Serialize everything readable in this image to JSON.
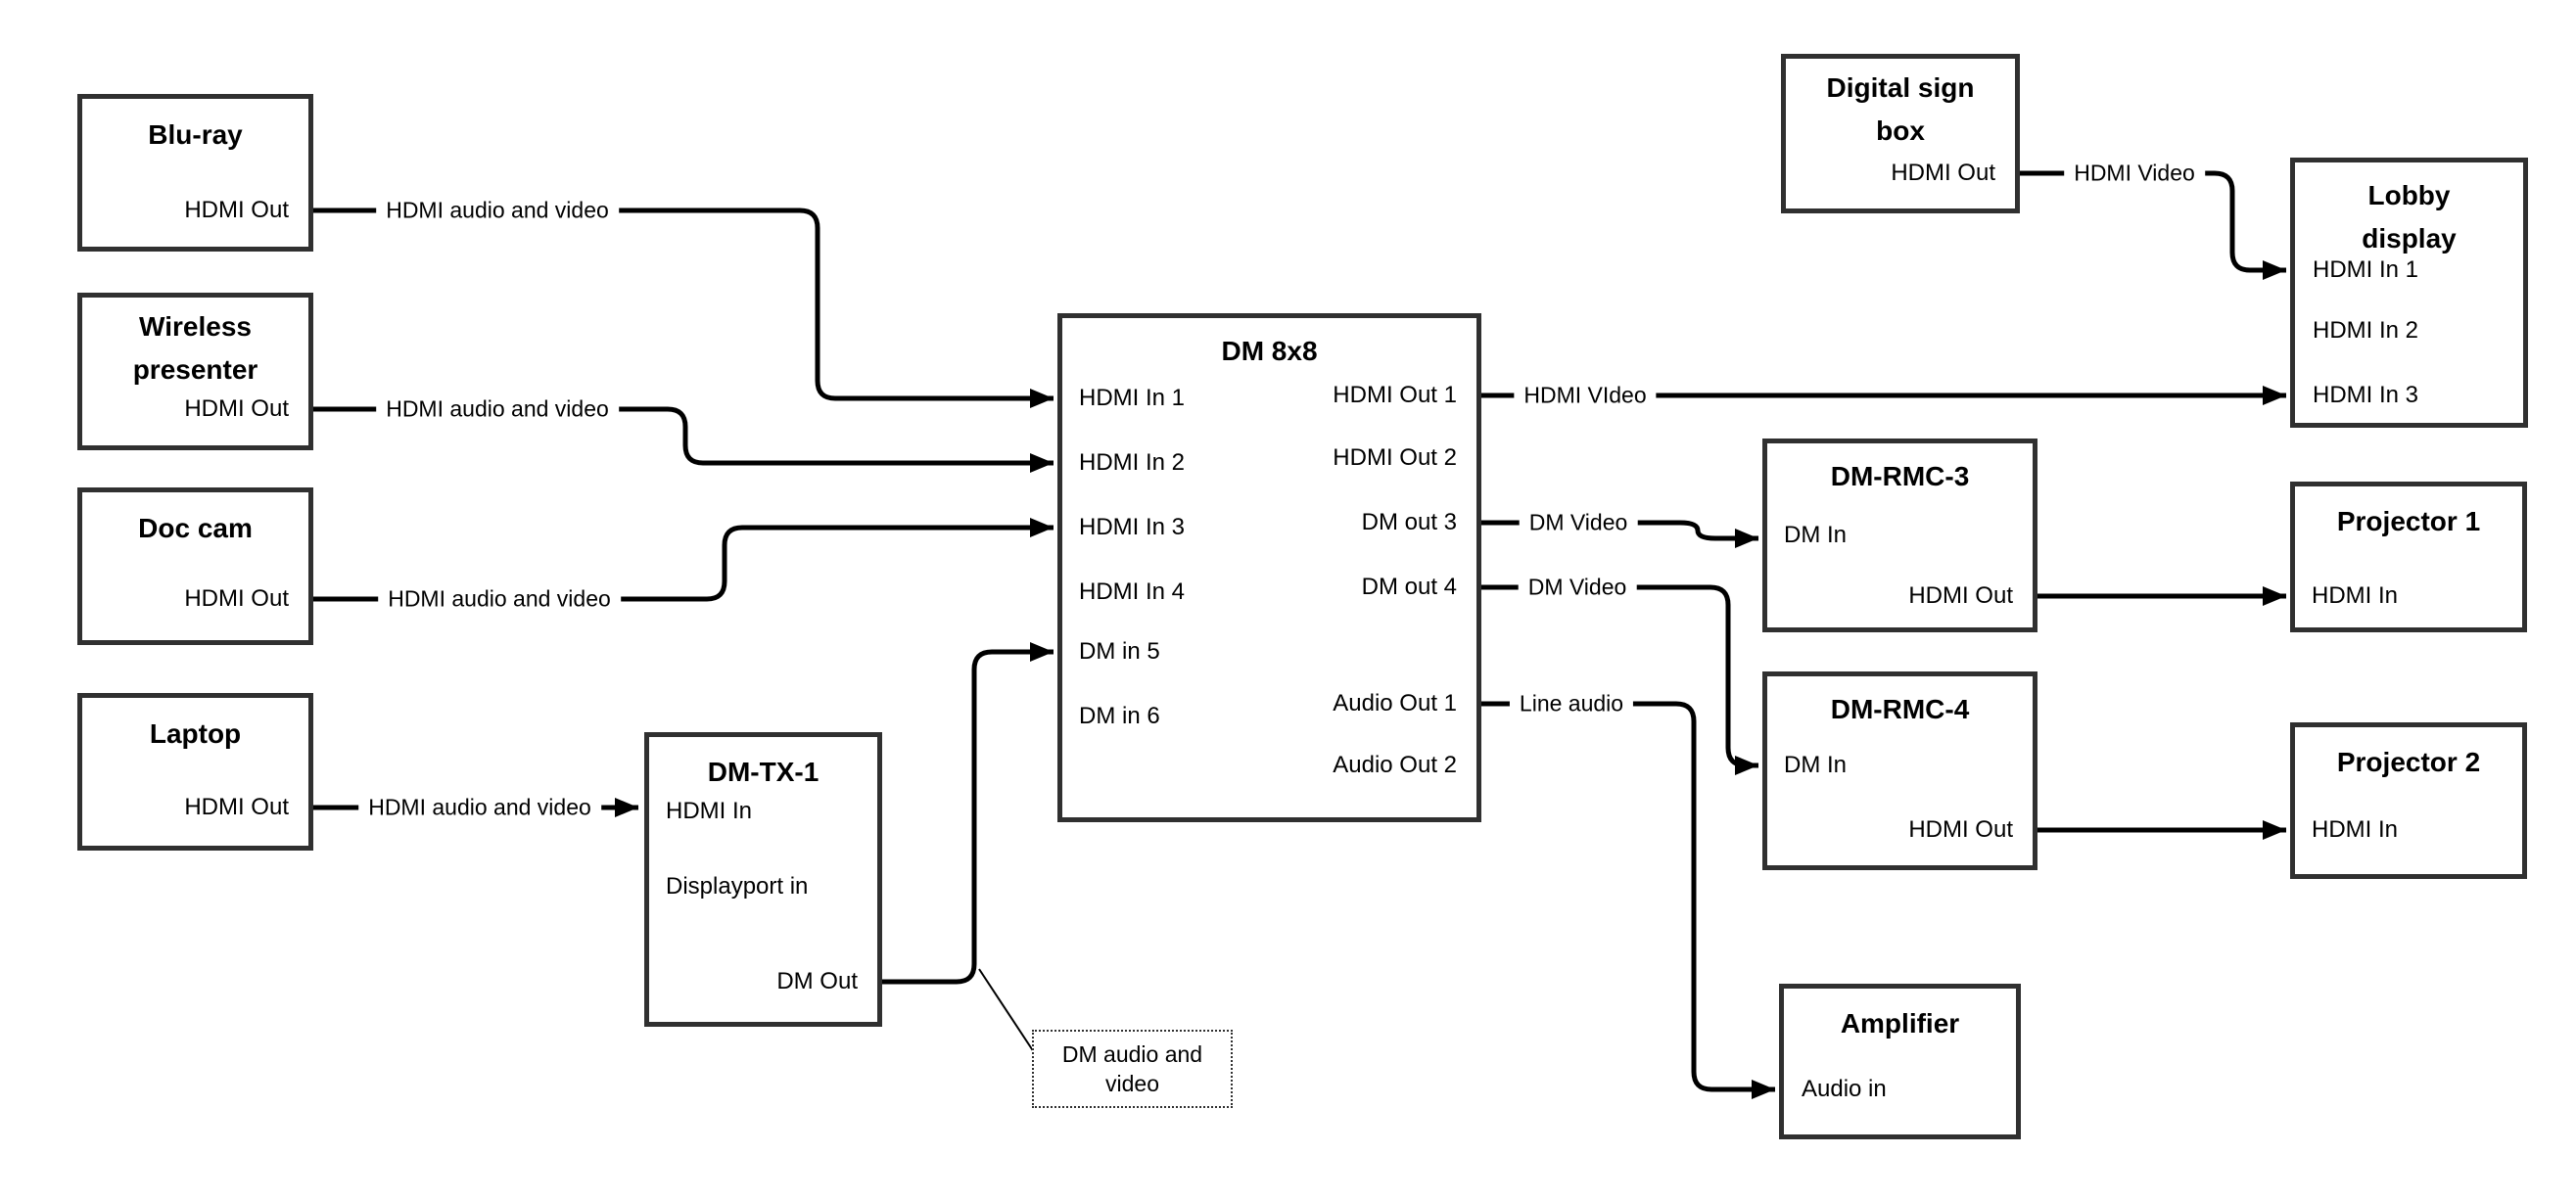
{
  "colors": {
    "background": "#ffffff",
    "box_border": "#303030",
    "wire": "#000000",
    "text": "#000000"
  },
  "boxes": {
    "bluray": {
      "title": "Blu-ray",
      "hdmi_out": "HDMI Out"
    },
    "wireless_presenter": {
      "title": "Wireless presenter",
      "hdmi_out": "HDMI Out"
    },
    "doc_cam": {
      "title": "Doc cam",
      "hdmi_out": "HDMI Out"
    },
    "laptop": {
      "title": "Laptop",
      "hdmi_out": "HDMI Out"
    },
    "dm_tx_1": {
      "title": "DM-TX-1",
      "hdmi_in": "HDMI In",
      "displayport_in": "Displayport in",
      "dm_out": "DM Out"
    },
    "dm_8x8": {
      "title": "DM 8x8",
      "hdmi_in_1": "HDMI In 1",
      "hdmi_in_2": "HDMI In 2",
      "hdmi_in_3": "HDMI In 3",
      "hdmi_in_4": "HDMI In 4",
      "dm_in_5": "DM in 5",
      "dm_in_6": "DM in 6",
      "hdmi_out_1": "HDMI Out 1",
      "hdmi_out_2": "HDMI Out 2",
      "dm_out_3": "DM out 3",
      "dm_out_4": "DM out 4",
      "audio_out_1": "Audio Out 1",
      "audio_out_2": "Audio Out 2"
    },
    "digital_sign_box": {
      "title": "Digital sign box",
      "hdmi_out": "HDMI Out"
    },
    "lobby_display": {
      "title": "Lobby display",
      "hdmi_in_1": "HDMI In 1",
      "hdmi_in_2": "HDMI In 2",
      "hdmi_in_3": "HDMI In 3"
    },
    "dm_rmc_3": {
      "title": "DM-RMC-3",
      "dm_in": "DM In",
      "hdmi_out": "HDMI Out"
    },
    "projector_1": {
      "title": "Projector 1",
      "hdmi_in": "HDMI In"
    },
    "dm_rmc_4": {
      "title": "DM-RMC-4",
      "dm_in": "DM In",
      "hdmi_out": "HDMI Out"
    },
    "projector_2": {
      "title": "Projector 2",
      "hdmi_in": "HDMI In"
    },
    "amplifier": {
      "title": "Amplifier",
      "audio_in": "Audio in"
    }
  },
  "wire_labels": {
    "bluray_to_dm8x8": "HDMI audio and video",
    "wireless_to_dm8x8": "HDMI audio and video",
    "doccam_to_dm8x8": "HDMI audio and video",
    "laptop_to_dmtx1": "HDMI audio and video",
    "digitalsign_to_lobby": "HDMI Video",
    "dm8x8_out1_to_lobby": "HDMI VIdeo",
    "dm8x8_out3_to_rmc3": "DM Video",
    "dm8x8_out4_to_rmc4": "DM Video",
    "dm8x8_audio1_to_amp": "Line audio"
  },
  "callout": {
    "text": "DM audio and video"
  }
}
